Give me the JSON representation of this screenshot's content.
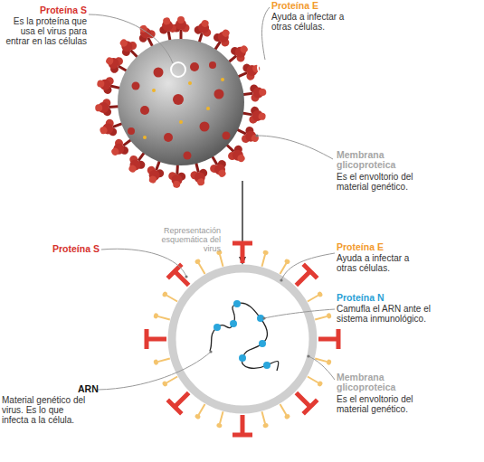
{
  "diagram": {
    "labels": [
      "Proteína S",
      "Es la proteína que usa el virus para entrar en las células",
      "Proteína E",
      "Ayuda a infectar a otras células.",
      "Membrana glicoproteica",
      "Es el envoltorio del material genético.",
      "Representación esquemática del virus",
      "Proteína S",
      "Proteína E",
      "Ayuda a infectar a otras células.",
      "Proteína N",
      "Camufla el ARN ante el sistema inmunológico.",
      "ARN",
      "Material genético del virus. Es lo que infecta a la célula.",
      "Membrana glicoproteica",
      "Es el envoltorio del material genético."
    ]
  }
}
